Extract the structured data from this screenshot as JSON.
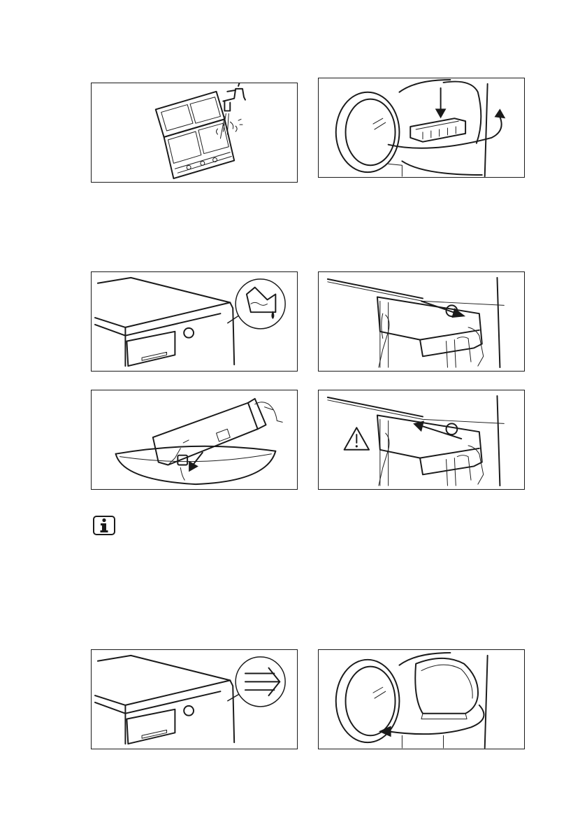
{
  "page": {
    "background": "#ffffff",
    "line_color": "#1a1a1a"
  },
  "illustrations": [
    {
      "id": "filter-rinse",
      "icon": "filter-under-tap-illustration"
    },
    {
      "id": "filter-insert-close-door",
      "icon": "filter-insert-and-close-door-illustration"
    },
    {
      "id": "tank-full-indicator",
      "icon": "water-tank-full-indicator-illustration"
    },
    {
      "id": "tank-pull-out",
      "icon": "water-tank-pull-out-illustration"
    },
    {
      "id": "tank-empty",
      "icon": "water-tank-emptying-illustration"
    },
    {
      "id": "tank-push-in",
      "icon": "water-tank-push-in-warning-illustration"
    },
    {
      "id": "airflow-indicator",
      "icon": "airflow-indicator-illustration"
    },
    {
      "id": "door-close",
      "icon": "door-close-illustration"
    }
  ],
  "icons": {
    "info": "info-icon",
    "warning": "warning-triangle-icon"
  }
}
